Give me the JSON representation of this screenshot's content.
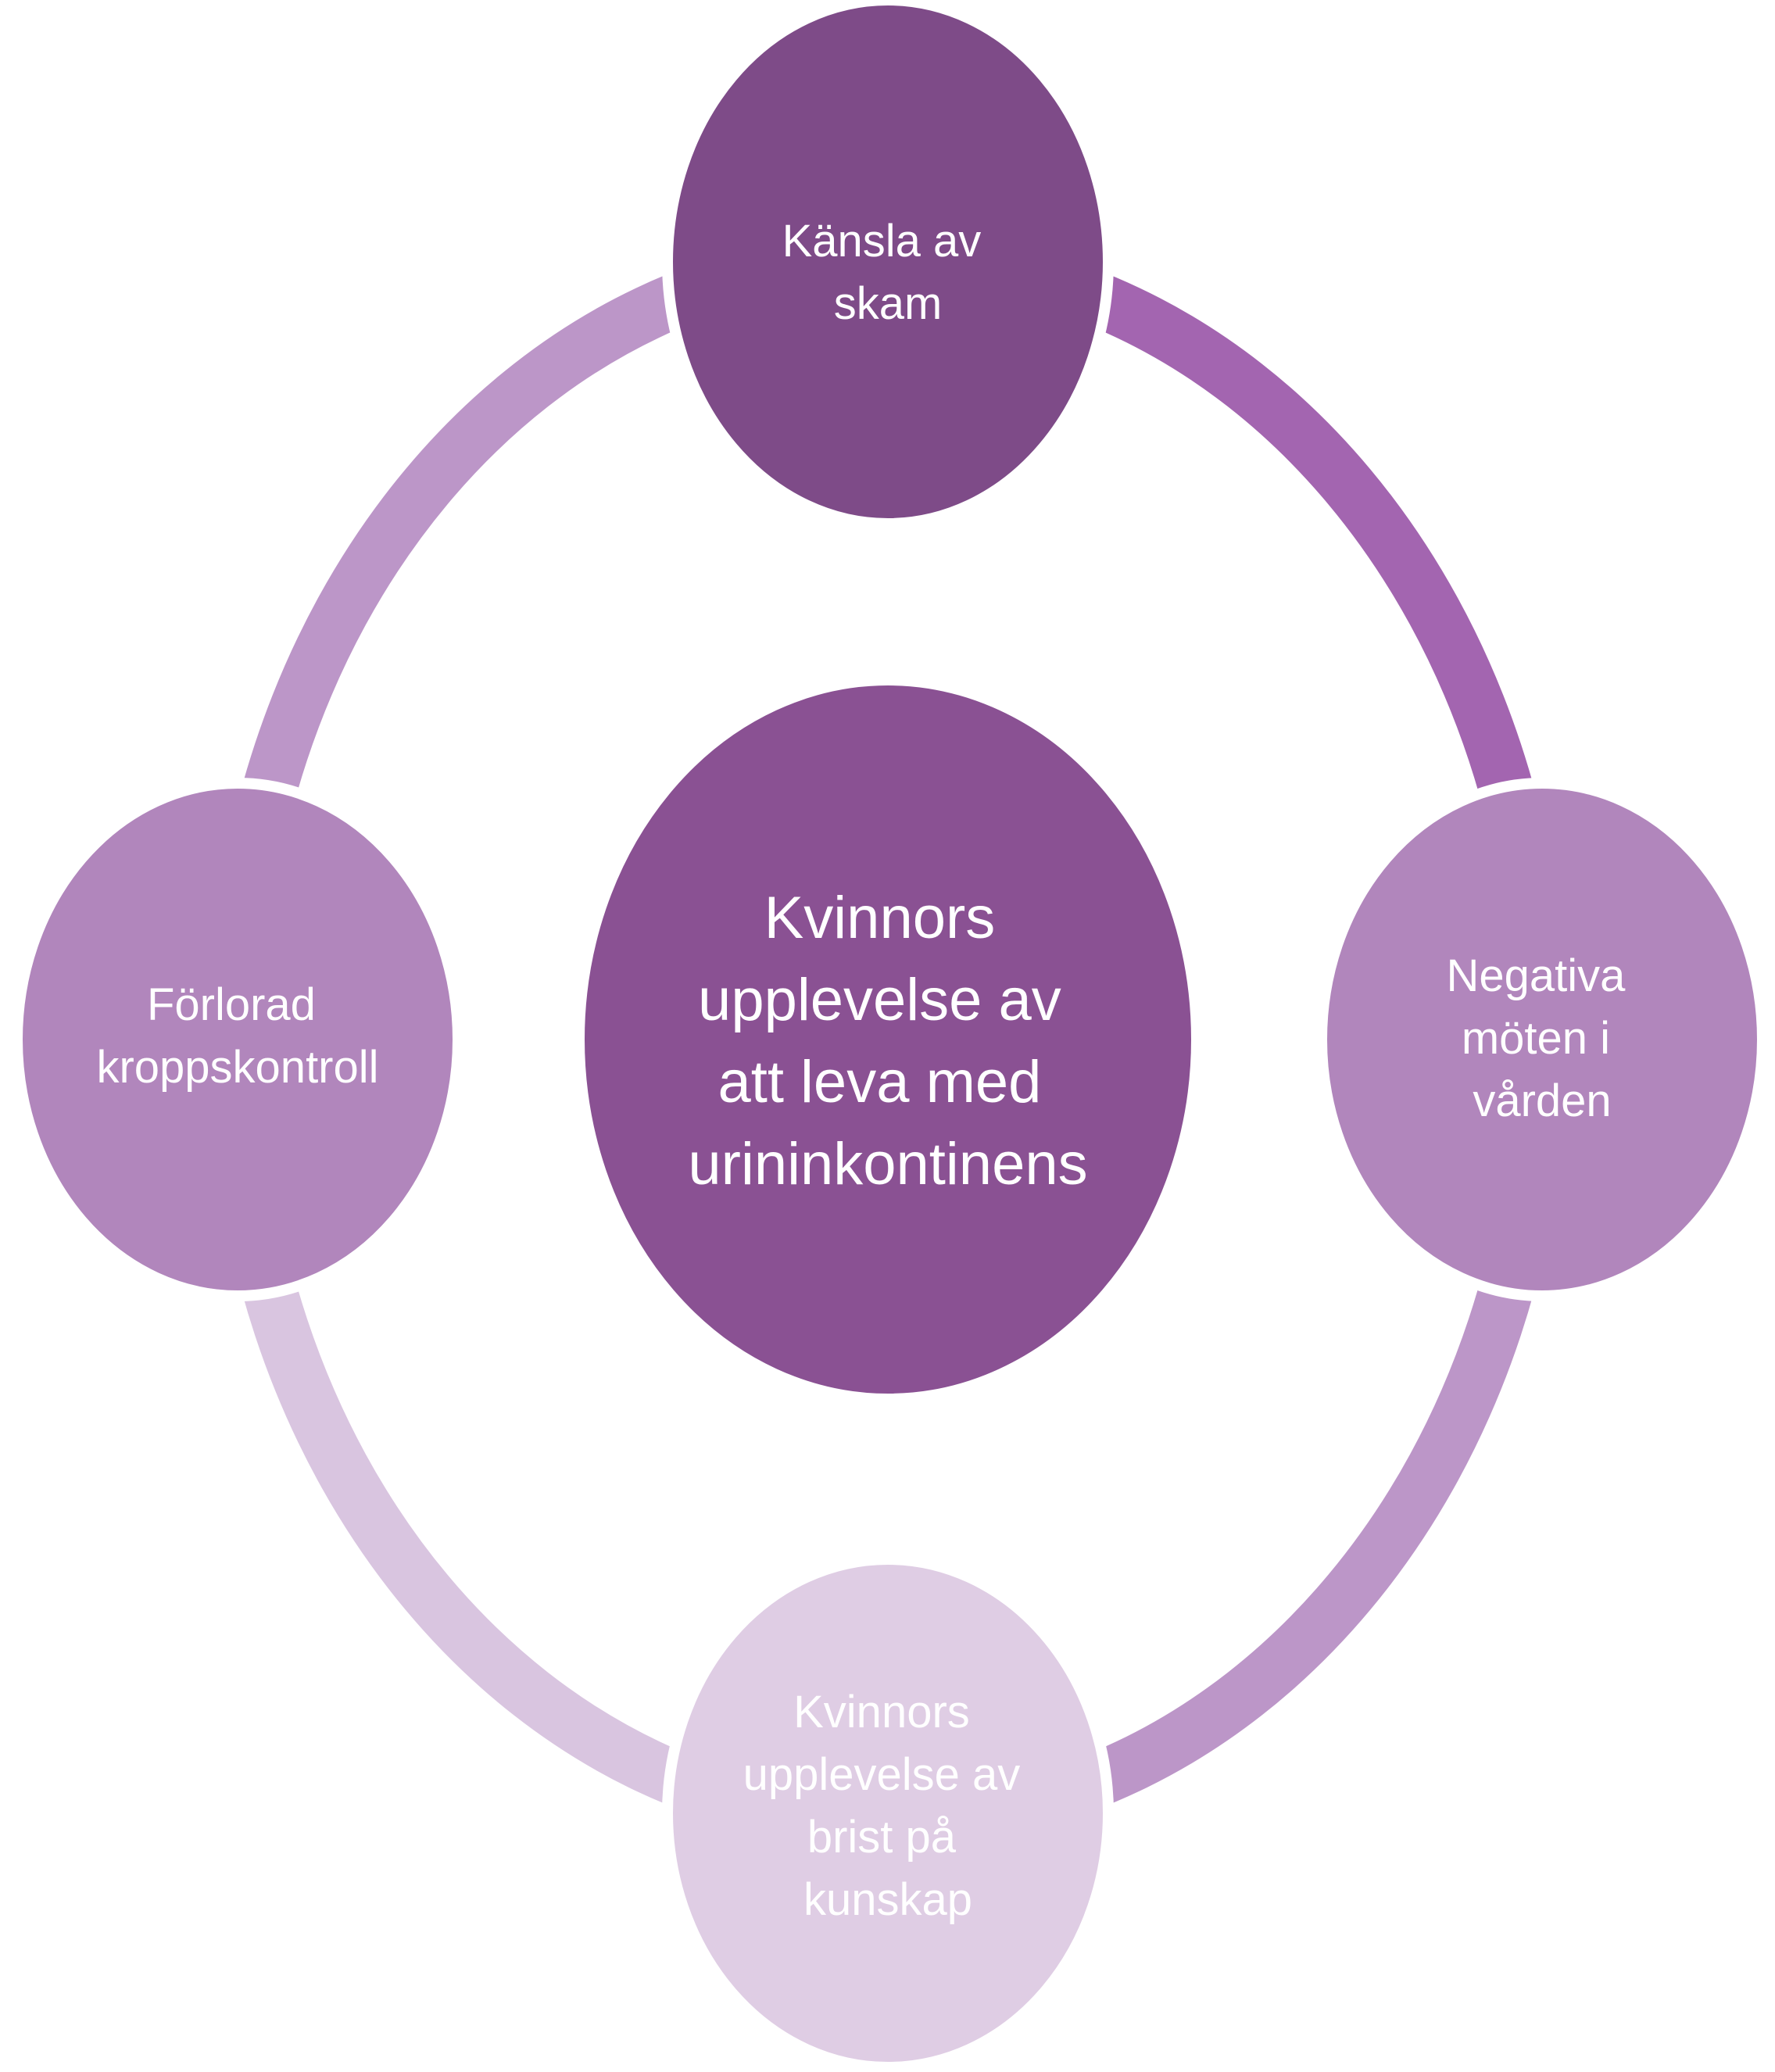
{
  "colors": {
    "background": "#ffffff",
    "node_outline": "#ffffff",
    "text": "#ffffff",
    "center": "#8a5193",
    "top": "#7e4b88",
    "right": "#b186bc",
    "bottom": "#dfcde4",
    "left": "#b186bc",
    "arc_top_right": "#a365b0",
    "arc_right_bottom": "#bc96c8",
    "arc_bottom_left": "#d9c5e0",
    "arc_left_top": "#bc96c8"
  },
  "center": {
    "lines": [
      "Kvinnors",
      "upplevelse av",
      "att leva med",
      "urininkontinens"
    ]
  },
  "nodes": [
    {
      "id": "top",
      "lines": [
        "Känsla av",
        "skam"
      ]
    },
    {
      "id": "right",
      "lines": [
        "Negativa",
        "möten i",
        "vården"
      ]
    },
    {
      "id": "bottom",
      "lines": [
        "Kvinnors",
        "upplevelse av",
        "brist på",
        "kunskap"
      ]
    },
    {
      "id": "left",
      "lines": [
        "Förlorad",
        "kroppskontroll"
      ]
    }
  ]
}
